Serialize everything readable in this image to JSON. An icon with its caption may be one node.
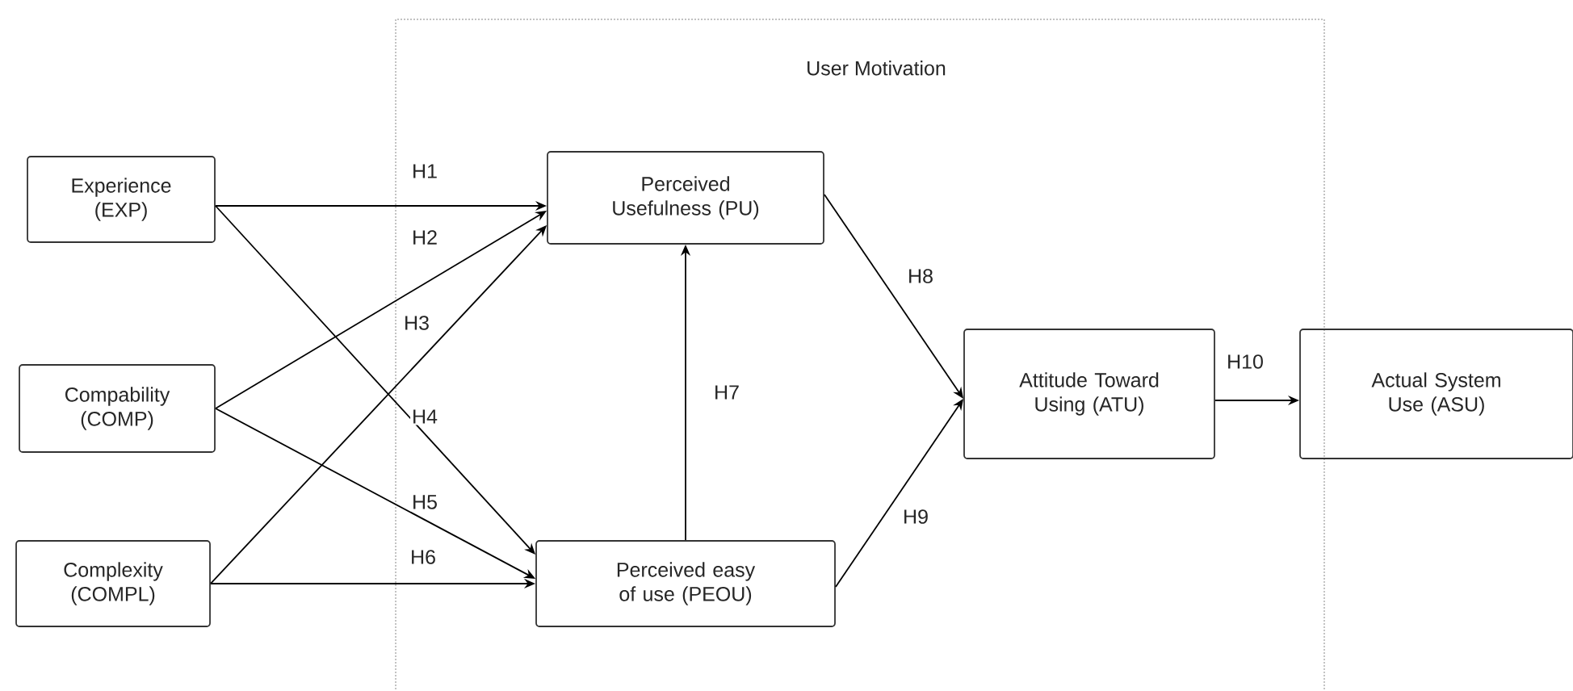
{
  "diagram": {
    "nodes": [
      {
        "text": [
          "Experience (EXP)"
        ]
      },
      {
        "text": [
          "Compability (COMP)"
        ]
      },
      {
        "text": [
          "Complexity (COMPL)"
        ]
      },
      {
        "text": [
          "User Motivation"
        ]
      },
      {
        "text": [
          "Perceived Usefulness (PU)"
        ],
        "in": 3
      },
      {
        "text": [
          "Perceived easy of use (PEOU)"
        ],
        "in": 3
      },
      {
        "text": [
          "Attitude Toward Using (ATU)"
        ],
        "in": 3
      },
      {
        "text": [
          "Actual System Use (ASU)"
        ]
      }
    ],
    "edges": [
      {
        "from": 0,
        "to": 4,
        "arrow": "to",
        "label": "H1"
      },
      {
        "from": 1,
        "to": 4,
        "arrow": "to",
        "label": "H2"
      },
      {
        "from": 2,
        "to": 4,
        "arrow": "to",
        "label": "H3"
      },
      {
        "from": 0,
        "to": 5,
        "arrow": "to",
        "label": "H4"
      },
      {
        "from": 1,
        "to": 5,
        "arrow": "to",
        "label": "H5"
      },
      {
        "from": 2,
        "to": 5,
        "arrow": "to",
        "label": "H6"
      },
      {
        "from": 5,
        "to": 4,
        "arrow": "to",
        "label": "H7"
      },
      {
        "from": 4,
        "to": 6,
        "arrow": "to",
        "label": "H8"
      },
      {
        "from": 5,
        "to": 6,
        "arrow": "to",
        "label": "H9"
      },
      {
        "from": 6,
        "to": 7,
        "arrow": "to",
        "label": "H10"
      }
    ]
  }
}
